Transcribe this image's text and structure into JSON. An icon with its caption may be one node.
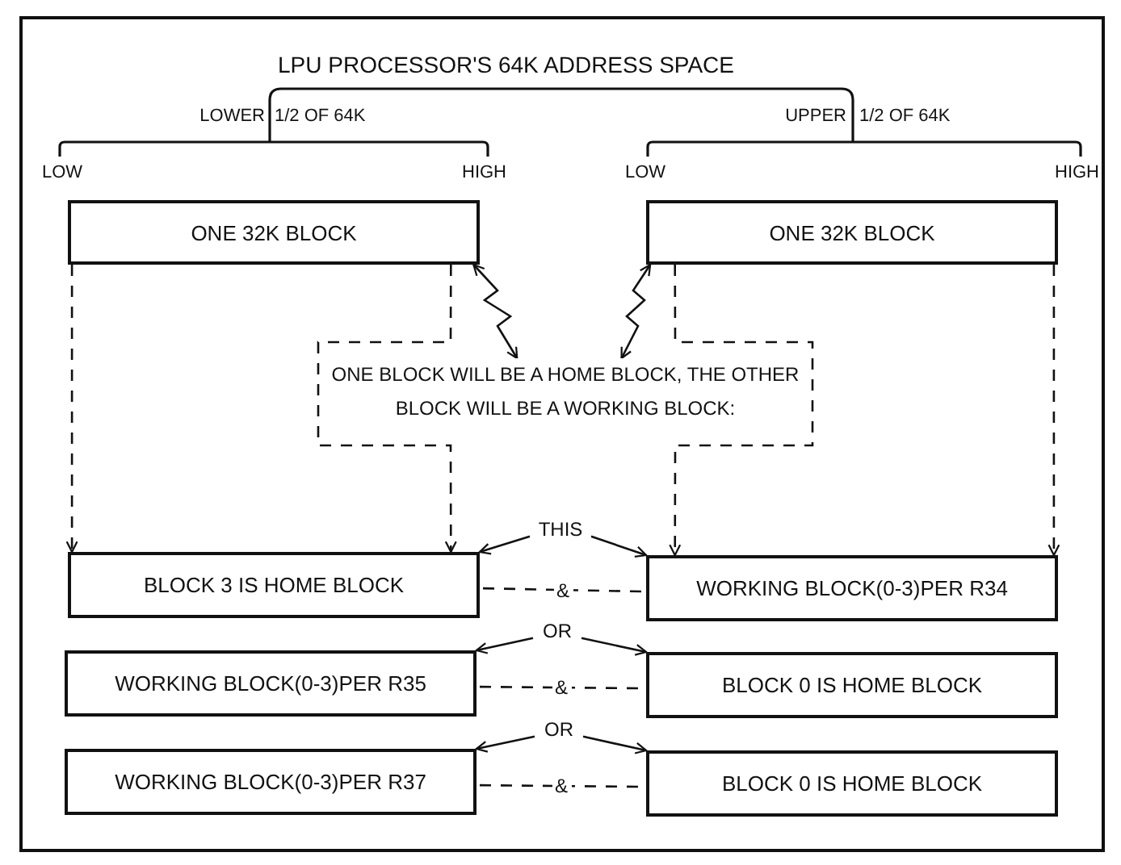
{
  "diagram": {
    "title": "LPU PROCESSOR'S 64K ADDRESS SPACE",
    "nodes": [
      {
        "text": [
          "ONE 32K BLOCK"
        ]
      },
      {
        "text": [
          "ONE 32K BLOCK"
        ]
      },
      {
        "text": [
          "ONE BLOCK WILL BE A HOME BLOCK, THE OTHER BLOCK WILL BE A WORKING BLOCK:"
        ]
      },
      {
        "text": [
          "THIS"
        ]
      },
      {
        "text": [
          "BLOCK 3 IS HOME BLOCK"
        ]
      },
      {
        "text": [
          "WORKING BLOCK(0-3)PER R34"
        ]
      },
      {
        "text": [
          "OR"
        ]
      },
      {
        "text": [
          "WORKING BLOCK(0-3)PER R35"
        ]
      },
      {
        "text": [
          "BLOCK 0 IS HOME BLOCK"
        ]
      },
      {
        "text": [
          "OR"
        ]
      },
      {
        "text": [
          "WORKING BLOCK(0-3)PER R37"
        ]
      },
      {
        "text": [
          "BLOCK 0 IS HOME BLOCK"
        ]
      }
    ],
    "edges": [
      {
        "from": 0,
        "to": 4,
        "arrow": "to",
        "style": "dashed"
      },
      {
        "from": 0,
        "to": 4,
        "arrow": "to",
        "style": "dashed"
      },
      {
        "from": 1,
        "to": 5,
        "arrow": "to",
        "style": "dashed"
      },
      {
        "from": 1,
        "to": 5,
        "arrow": "to",
        "style": "dashed"
      },
      {
        "from": 0,
        "to": 2,
        "arrow": "both"
      },
      {
        "from": 1,
        "to": 2,
        "arrow": "both"
      },
      {
        "from": 3,
        "to": 4,
        "arrow": "to"
      },
      {
        "from": 3,
        "to": 5,
        "arrow": "to"
      },
      {
        "from": 4,
        "to": 5,
        "arrow": "none",
        "style": "dashed",
        "label": "&"
      },
      {
        "from": 6,
        "to": 7,
        "arrow": "to"
      },
      {
        "from": 6,
        "to": 8,
        "arrow": "to"
      },
      {
        "from": 7,
        "to": 8,
        "arrow": "none",
        "style": "dashed",
        "label": "&"
      },
      {
        "from": 9,
        "to": 10,
        "arrow": "to"
      },
      {
        "from": 9,
        "to": 11,
        "arrow": "to"
      },
      {
        "from": 10,
        "to": 11,
        "arrow": "none",
        "style": "dashed",
        "label": "&"
      }
    ],
    "labels": [
      "LOWER",
      "1/2 OF 64K",
      "UPPER",
      "1/2 OF 64K",
      "LOW",
      "HIGH",
      "LOW",
      "HIGH"
    ]
  }
}
